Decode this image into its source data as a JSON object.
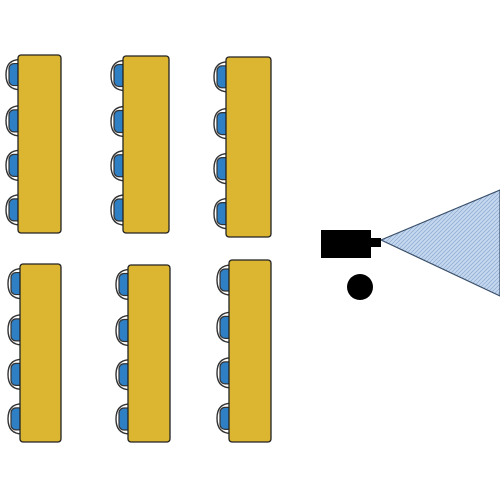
{
  "diagram": {
    "kind": "classroom-layout",
    "rows": 2,
    "tables_per_row": 3,
    "chairs_per_table": 4,
    "chair_side": "left",
    "projector": {
      "present": true,
      "has_lens": true,
      "has_round_base": true,
      "beam_direction": "right"
    }
  },
  "colors": {
    "background": "#ffffff",
    "table_fill": "#dcb531",
    "table_stroke": "#222222",
    "chair_fill": "#2f7fc4",
    "chair_back_fill": "#ffffff",
    "chair_stroke": "#333333",
    "projector_fill": "#000000",
    "beam_fill": "#c4d7ee",
    "beam_stroke": "#3a4f6a"
  },
  "icons": {
    "table": "table-icon",
    "chair": "chair-icon",
    "projector": "projector-icon",
    "beam": "projection-beam-icon"
  }
}
